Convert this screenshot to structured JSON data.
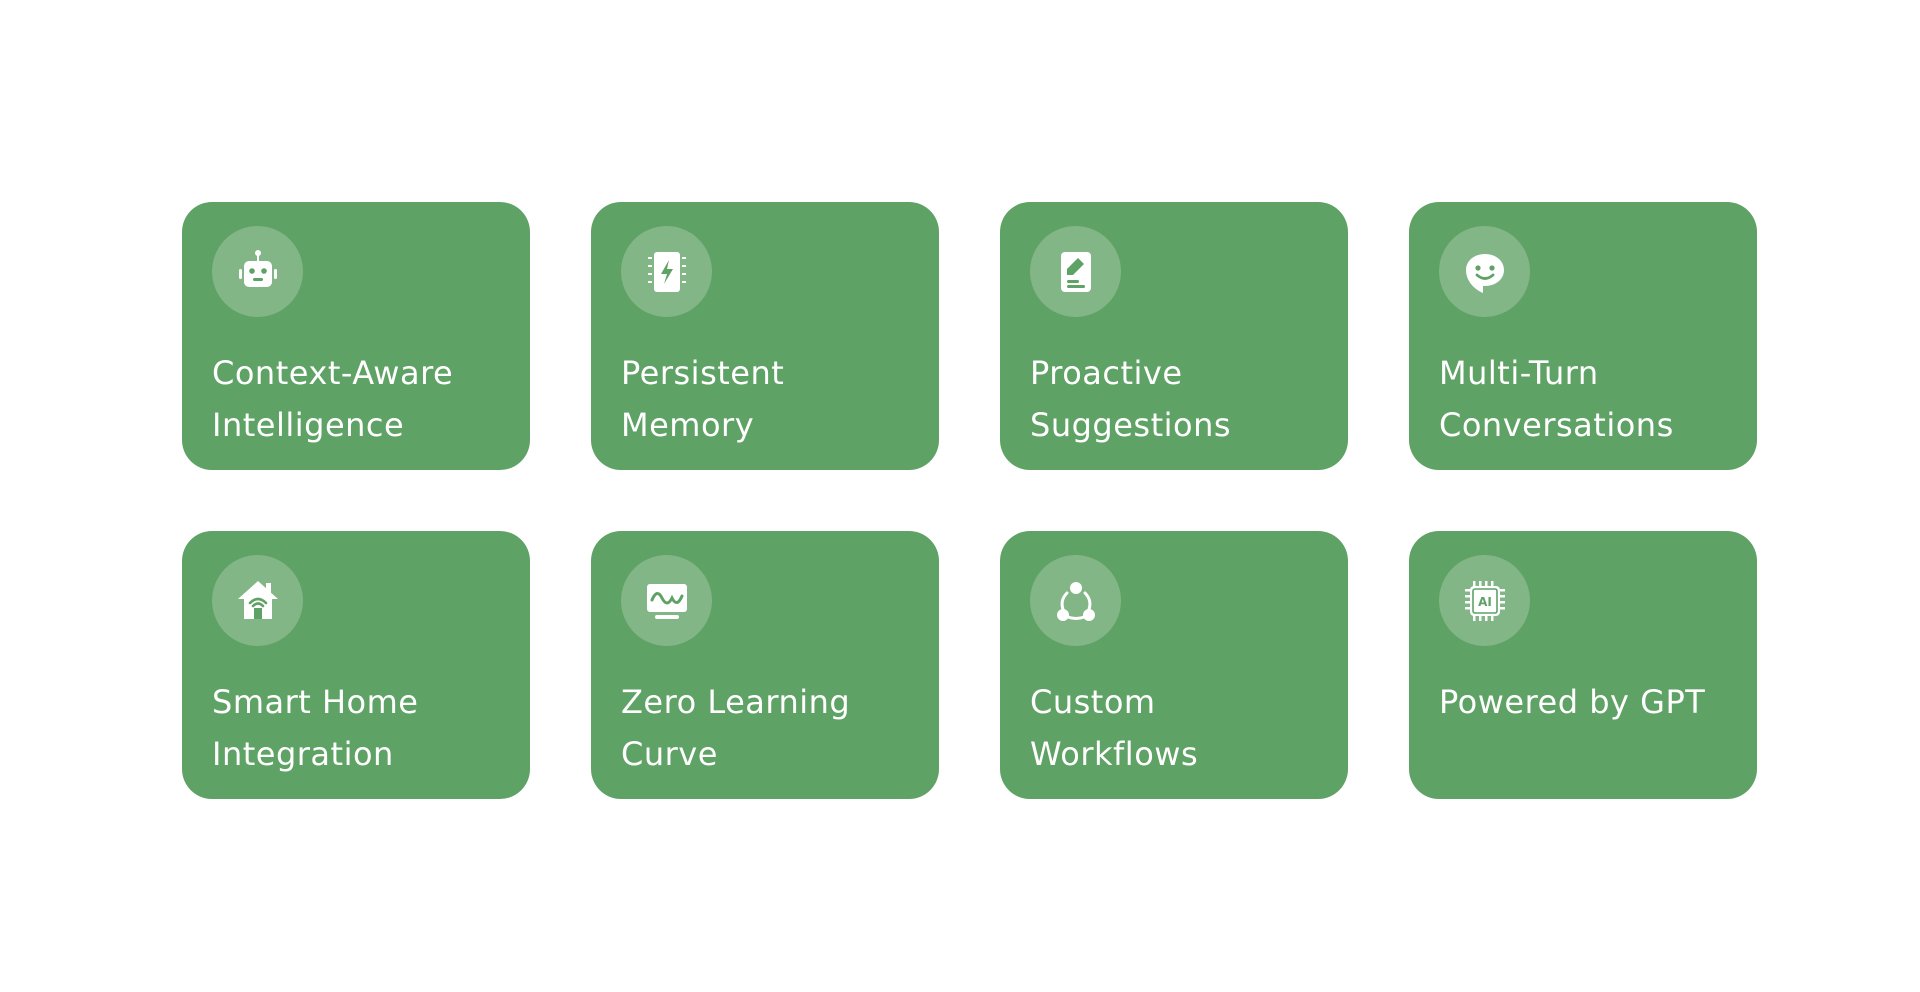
{
  "colors": {
    "background": "#ffffff",
    "card": "#5fa265",
    "icon_circle": "rgba(255,255,255,0.22)",
    "text": "#ffffff"
  },
  "features": [
    {
      "icon": "robot-icon",
      "line1": "Context-Aware",
      "line2": "Intelligence"
    },
    {
      "icon": "memory-chip-icon",
      "line1": "Persistent",
      "line2": "Memory"
    },
    {
      "icon": "document-edit-icon",
      "line1": "Proactive",
      "line2": "Suggestions"
    },
    {
      "icon": "chat-bubble-smile-icon",
      "line1": "Multi-Turn",
      "line2": "Conversations"
    },
    {
      "icon": "smart-home-icon",
      "line1": "Smart Home",
      "line2": "Integration"
    },
    {
      "icon": "monitor-wave-icon",
      "line1": "Zero Learning",
      "line2": "Curve"
    },
    {
      "icon": "workflow-nodes-icon",
      "line1": "Custom",
      "line2": "Workflows"
    },
    {
      "icon": "ai-chip-icon",
      "line1": "Powered by GPT",
      "line2": ""
    }
  ]
}
